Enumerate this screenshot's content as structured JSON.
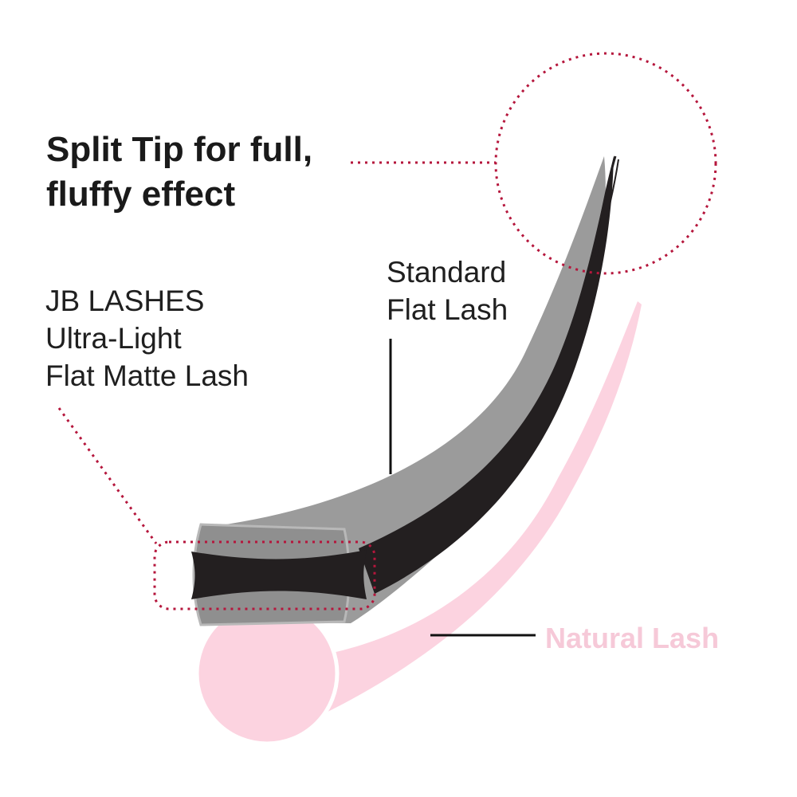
{
  "labels": {
    "split_tip": [
      "Split Tip for full,",
      "fluffy effect"
    ],
    "standard_lash": [
      "Standard",
      "Flat Lash"
    ],
    "jb_lash": [
      "JB LASHES",
      "Ultra-Light",
      "Flat Matte Lash"
    ],
    "natural_lash": "Natural Lash"
  },
  "colors": {
    "callout_dotted": "#b5163c",
    "natural_pink": "#fcd3e0",
    "natural_label": "#f6c9d8",
    "standard_gray": "#9b9b9b",
    "jb_black": "#231f20",
    "leader_line": "#111111"
  }
}
